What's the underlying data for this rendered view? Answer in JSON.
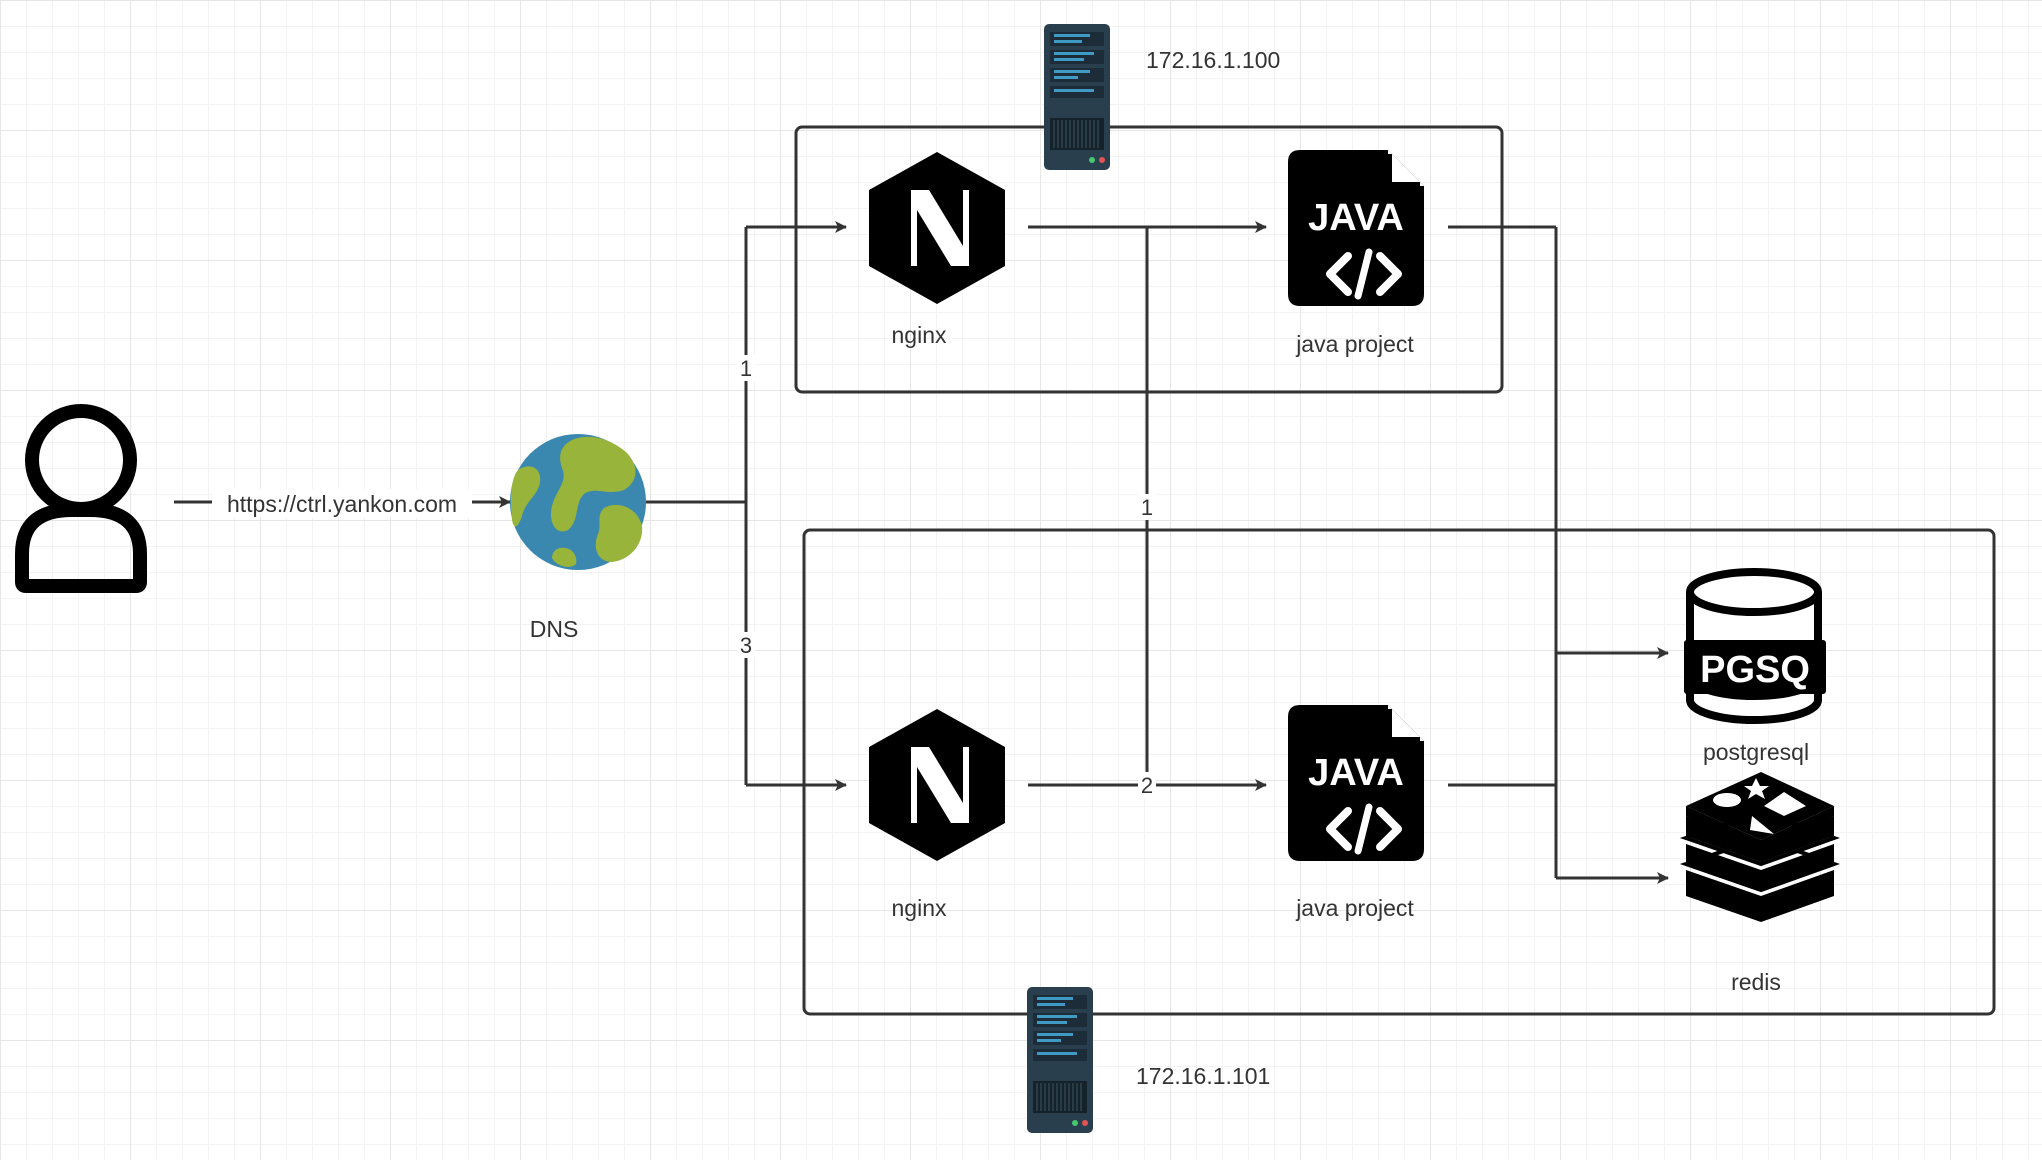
{
  "user": {
    "icon": "user-icon"
  },
  "dns": {
    "label": "DNS",
    "icon": "globe-icon",
    "url_label": "https://ctrl.yankon.com"
  },
  "server_top": {
    "ip": "172.16.1.100",
    "icon": "server-icon",
    "nginx_label": "nginx",
    "java_label": "java project"
  },
  "server_bottom": {
    "ip": "172.16.1.101",
    "icon": "server-icon",
    "nginx_label": "nginx",
    "java_label": "java project"
  },
  "databases": {
    "postgres_label": "postgresql",
    "postgres_icon_text": "PGSQ",
    "redis_label": "redis"
  },
  "java_icon_text": "JAVA",
  "edge_labels": {
    "dns_to_top": "1",
    "dns_to_bottom": "3",
    "cross_top": "1",
    "cross_bottom": "2"
  },
  "colors": {
    "line": "#333333",
    "globe_ocean": "#3a87b0",
    "globe_land": "#98b43a",
    "server_body": "#2a3f4e",
    "server_stripe": "#3f9bc3",
    "grid": "#e6e6e6"
  }
}
